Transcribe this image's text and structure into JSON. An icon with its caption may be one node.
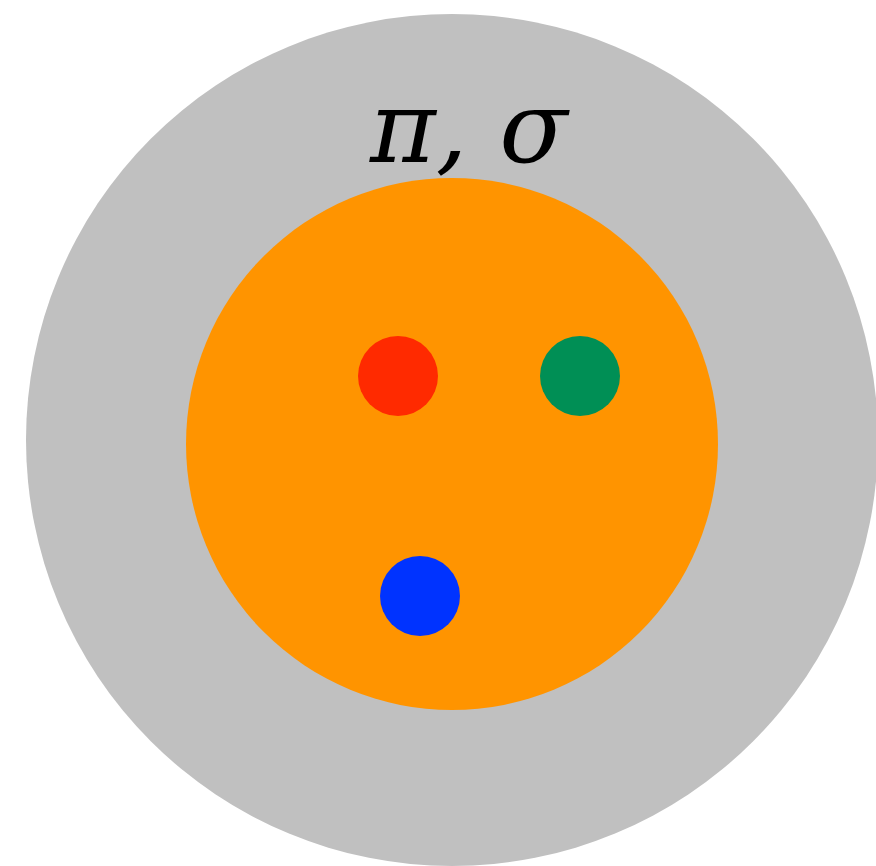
{
  "diagram": {
    "nodes": [
      {
        "text": [
          "π, σ"
        ]
      },
      {
        "text": [],
        "shape": "circle",
        "in": 0
      },
      {
        "text": [],
        "shape": "circle",
        "in": 1
      },
      {
        "text": [],
        "shape": "circle",
        "in": 1
      },
      {
        "text": [],
        "shape": "circle",
        "in": 1
      }
    ]
  }
}
